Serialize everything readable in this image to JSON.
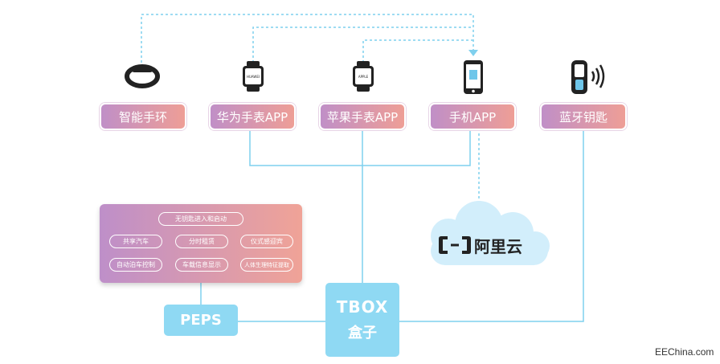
{
  "devices": [
    {
      "id": "band",
      "label": "智能手环",
      "icon": "smart-band-icon"
    },
    {
      "id": "huawei",
      "label": "华为手表APP",
      "icon": "smartwatch-icon",
      "watch_text": "HUAWEI"
    },
    {
      "id": "apple",
      "label": "苹果手表APP",
      "icon": "smartwatch-icon",
      "watch_text": "APPLE"
    },
    {
      "id": "phone",
      "label": "手机APP",
      "icon": "smartphone-icon"
    },
    {
      "id": "key",
      "label": "蓝牙钥匙",
      "icon": "bluetooth-key-icon"
    }
  ],
  "features_panel": {
    "title": "无钥匙进入和启动",
    "items": [
      "共享汽车",
      "分时租赁",
      "仪式感迎宾",
      "自动泊车控制",
      "车载信息显示",
      "人体生理特征提取"
    ]
  },
  "peps": "PEPS",
  "tbox": {
    "line1": "TBOX",
    "line2": "盒子"
  },
  "cloud": {
    "label": "阿里云",
    "icon": "aliyun-logo-icon"
  },
  "watermark": "EEChina.com",
  "colors": {
    "label_gradient": [
      "#c08fc7",
      "#ee9e96"
    ],
    "box": "#8fd9f3",
    "line": "#7fd0ee"
  }
}
